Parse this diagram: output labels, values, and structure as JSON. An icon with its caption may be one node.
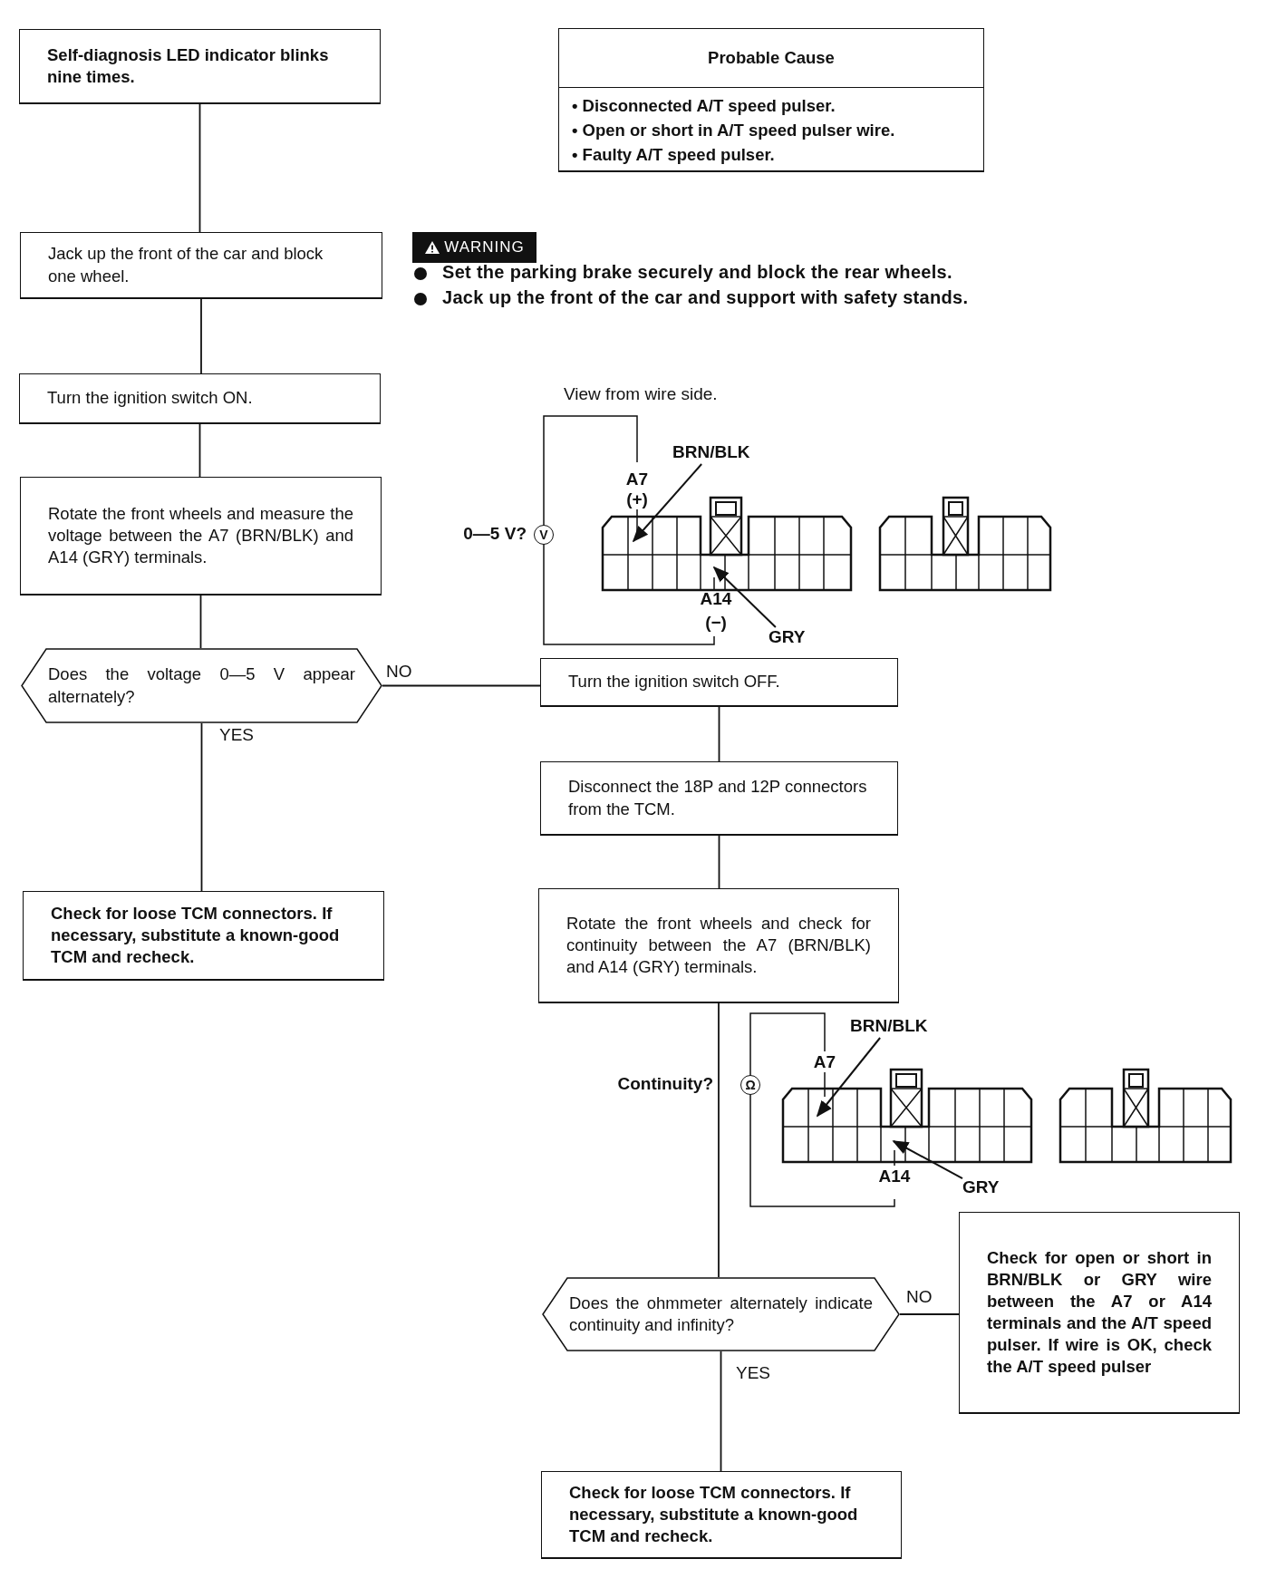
{
  "diagram": {
    "nodes": [
      {
        "text": [
          "Self-diagnosis LED indicator blinks nine times."
        ]
      },
      {
        "text": [
          "Probable Cause",
          "• Disconnected A/T speed pulser.",
          "• Open or short in A/T speed pulser wire.",
          "• Faulty A/T speed pulser."
        ]
      },
      {
        "text": [
          "Jack up the front of the car and block one wheel."
        ]
      },
      {
        "text": [
          "Turn the ignition switch ON."
        ]
      },
      {
        "text": [
          "Rotate the front wheels and measure the voltage between the A7 (BRN/BLK) and A14 (GRY) terminals."
        ]
      },
      {
        "text": [
          "Does the voltage 0—5 V appear alternately?"
        ]
      },
      {
        "text": [
          "Check for loose TCM connectors. If necessary, substitute a known-good TCM and recheck."
        ]
      },
      {
        "text": [
          "Turn the ignition switch OFF."
        ]
      },
      {
        "text": [
          "Disconnect the 18P and 12P connectors from the TCM."
        ]
      },
      {
        "text": [
          "Rotate the front wheels and check for continuity between the A7 (BRN/BLK) and A14 (GRY) terminals."
        ]
      },
      {
        "text": [
          "Does the ohmmeter alternately indicate continuity and infinity?"
        ]
      },
      {
        "text": [
          "Check for open or short in BRN/BLK or GRY wire between the A7 or A14 terminals and the A/T speed pulser. If wire is OK, check the A/T speed pulser"
        ]
      },
      {
        "text": [
          "Check for loose TCM connectors. If necessary, substitute a known-good TCM and recheck."
        ]
      },
      {
        "text": [
          "BRN/BLK"
        ]
      },
      {
        "text": [
          "GRY"
        ]
      },
      {
        "text": [
          "BRN/BLK"
        ]
      },
      {
        "text": [
          "GRY"
        ]
      },
      {
        "text": [],
        "shape": "picture"
      },
      {
        "text": [],
        "shape": "picture"
      }
    ],
    "edges": [
      {
        "from": 0,
        "to": 2,
        "arrow": "none"
      },
      {
        "from": 2,
        "to": 3,
        "arrow": "none"
      },
      {
        "from": 3,
        "to": 4,
        "arrow": "none"
      },
      {
        "from": 4,
        "to": 5,
        "arrow": "none"
      },
      {
        "from": 5,
        "to": 6,
        "arrow": "none",
        "label": "YES"
      },
      {
        "from": 5,
        "to": 7,
        "arrow": "none",
        "label": "NO"
      },
      {
        "from": 7,
        "to": 8,
        "arrow": "none"
      },
      {
        "from": 8,
        "to": 9,
        "arrow": "none"
      },
      {
        "from": 9,
        "to": 10,
        "arrow": "none"
      },
      {
        "from": 10,
        "to": 12,
        "arrow": "none",
        "label": "YES"
      },
      {
        "from": 10,
        "to": 11,
        "arrow": "none",
        "label": "NO"
      },
      {
        "from": 13,
        "to": 17,
        "arrow": "to"
      },
      {
        "from": 14,
        "to": 17,
        "arrow": "to"
      },
      {
        "from": 15,
        "to": 18,
        "arrow": "to"
      },
      {
        "from": 16,
        "to": 18,
        "arrow": "to"
      }
    ],
    "labels": [
      "WARNING",
      "Set the parking brake securely and block the rear wheels.",
      "Jack up the front of the car and support with safety stands.",
      "View from wire side.",
      "A7",
      "(+)",
      "0—5 V?",
      "V",
      "A14",
      "(−)",
      "Continuity?",
      "Ω",
      "A7",
      "A14"
    ]
  }
}
